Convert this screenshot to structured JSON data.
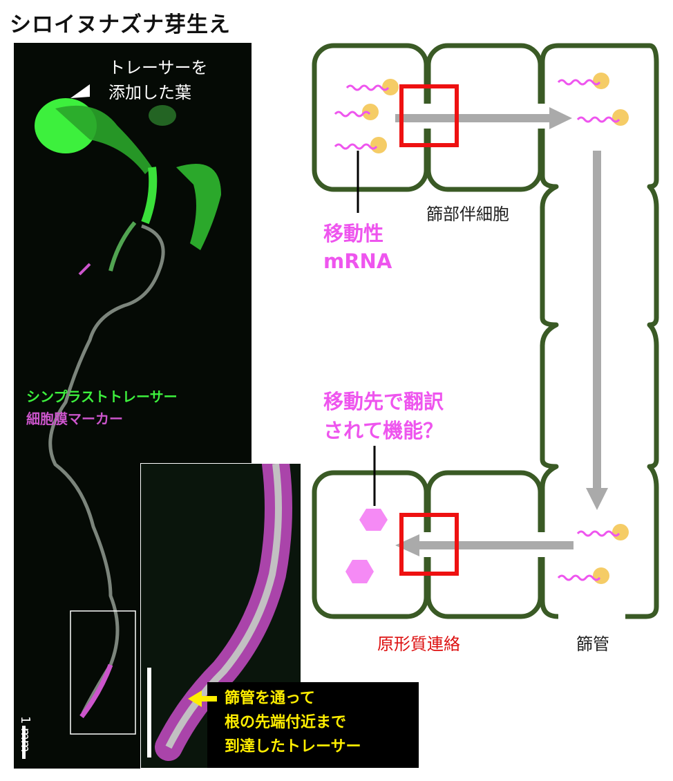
{
  "title": "シロイヌナズナ芽生え",
  "photo": {
    "tracer_leaf_line1": "トレーサーを",
    "tracer_leaf_line2": "添加した葉",
    "legend_tracer": "シンプラストトレーサー",
    "legend_membrane": "細胞膜マーカー",
    "scale_label": "1 mm",
    "callout_line1": "篩管を通って",
    "callout_line2": "根の先端付近まで",
    "callout_line3": "到達したトレーサー",
    "colors": {
      "tracer": "#3df03d",
      "membrane": "#cc55cc",
      "callout": "#ffee00"
    }
  },
  "diagram": {
    "companion_cell_label": "篩部伴細胞",
    "mobile_mrna_line1": "移動性",
    "mobile_mrna_line2": "mRNA",
    "translation_line1": "移動先で翻訳",
    "translation_line2": "されて機能？",
    "plasmodesmata_label": "原形質連絡",
    "sieve_tube_label": "篩管",
    "colors": {
      "cell_wall": "#3a5a25",
      "mrna": "#ee55ee",
      "ribosome": "#f5cc66",
      "arrow": "#aaaaaa",
      "highlight": "#ee1111"
    }
  }
}
